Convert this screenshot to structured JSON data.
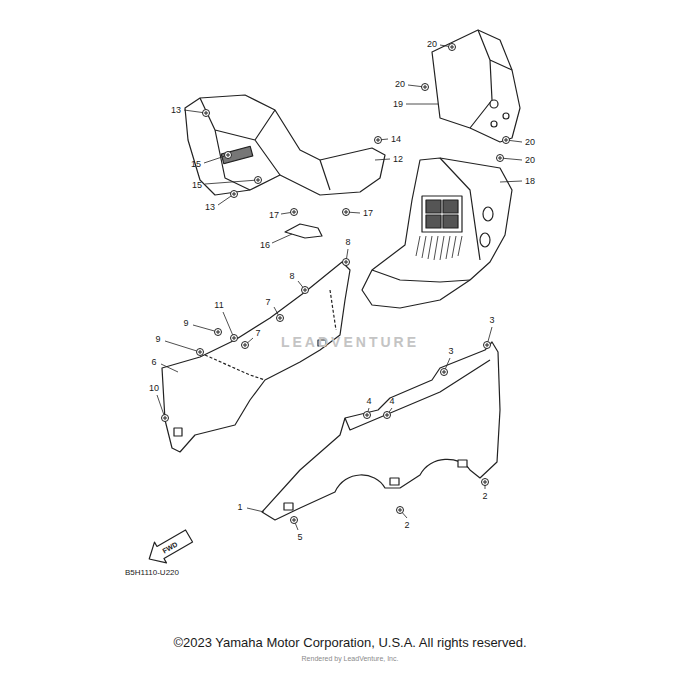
{
  "diagram": {
    "labels": [
      "20",
      "20",
      "19",
      "20",
      "20",
      "13",
      "14",
      "12",
      "15",
      "15",
      "13",
      "17",
      "17",
      "16",
      "18",
      "8",
      "8",
      "7",
      "11",
      "9",
      "7",
      "9",
      "6",
      "3",
      "3",
      "4",
      "4",
      "10",
      "1",
      "2",
      "2",
      "5",
      "FWD",
      "B5H1110-U220",
      "LEADVENTURE",
      "©2023 Yamaha Motor Corporation, U.S.A. All rights reserved.",
      "Rendered by LeadVenture, Inc."
    ]
  }
}
